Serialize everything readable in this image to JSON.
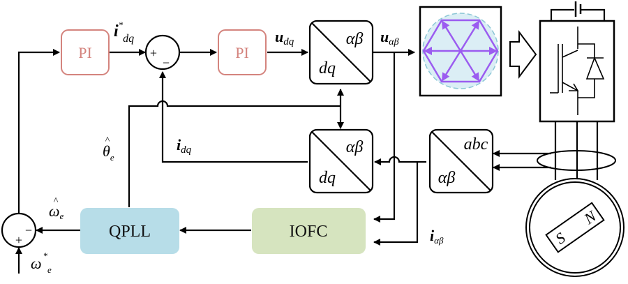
{
  "diagram": {
    "title": "",
    "blocks": {
      "pi_speed": {
        "label": "PI",
        "color": "#d4847e"
      },
      "pi_current": {
        "label": "PI",
        "color": "#d4847e"
      },
      "park_inverse": {
        "top_right": "αβ",
        "bottom_left": "dq"
      },
      "park_forward": {
        "top_right": "αβ",
        "bottom_left": "dq"
      },
      "clarke": {
        "top_right": "abc",
        "bottom_left": "αβ"
      },
      "svpwm": {
        "hexagon_color": "#9b5cf0",
        "circle_color": "#add8e6"
      },
      "qpll": {
        "label": "QPLL",
        "fill": "#b7dde8"
      },
      "iofc": {
        "label": "IOFC",
        "fill": "#d6e4bf"
      },
      "inverter": {
        "label": ""
      },
      "motor": {
        "north": "N",
        "south": "S"
      }
    },
    "summing_junctions": {
      "current_sum": {
        "plus": "+",
        "minus": "−"
      },
      "speed_sum": {
        "plus": "+",
        "minus": "−"
      }
    },
    "signals": {
      "i_ref": {
        "main": "i",
        "sup": "*",
        "sub": "dq"
      },
      "u_dq": {
        "main": "u",
        "sub": "dq"
      },
      "u_ab": {
        "main": "u",
        "sub": "αβ"
      },
      "i_dq": {
        "main": "i",
        "sub": "dq"
      },
      "theta_hat": {
        "main": "θ",
        "hat": "^",
        "sub": "e"
      },
      "omega_hat": {
        "main": "ω",
        "hat": "^",
        "sub": "e"
      },
      "omega_ref": {
        "main": "ω",
        "sup": "*",
        "sub": "e"
      },
      "i_ab": {
        "main": "i",
        "sub": "αβ"
      }
    }
  }
}
